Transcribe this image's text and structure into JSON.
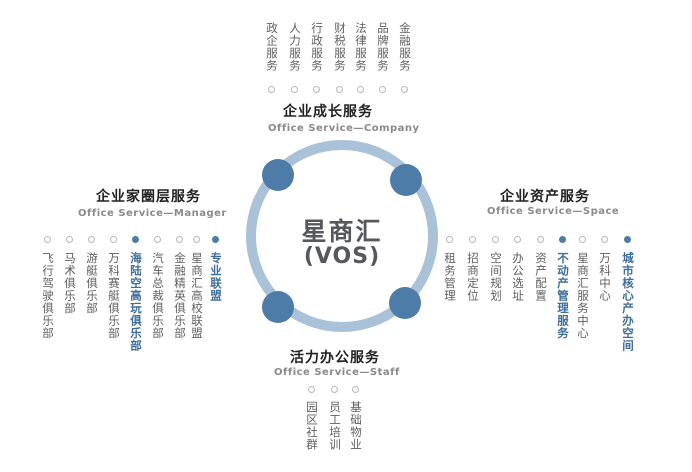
{
  "center": {
    "title": "星商汇",
    "subtitle": "(VOS)"
  },
  "groups": {
    "company": {
      "title": "企业成长服务",
      "subtitle": "Office Service—Company",
      "items": [
        {
          "label": "政企服务",
          "active": false
        },
        {
          "label": "人力服务",
          "active": false
        },
        {
          "label": "行政服务",
          "active": false
        },
        {
          "label": "财税服务",
          "active": false
        },
        {
          "label": "法律服务",
          "active": false
        },
        {
          "label": "品牌服务",
          "active": false
        },
        {
          "label": "金融服务",
          "active": false
        }
      ]
    },
    "space": {
      "title": "企业资产服务",
      "subtitle": "Office Service—Space",
      "items": [
        {
          "label": "租务管理",
          "active": false
        },
        {
          "label": "招商定位",
          "active": false
        },
        {
          "label": "空间规划",
          "active": false
        },
        {
          "label": "办公选址",
          "active": false
        },
        {
          "label": "资产配置",
          "active": false
        },
        {
          "label": "不动产管理服务",
          "active": true
        },
        {
          "label": "星商汇服务中心",
          "active": false
        },
        {
          "label": "万科中心",
          "active": false
        },
        {
          "label": "城市核心产办空间",
          "active": true
        }
      ]
    },
    "manager": {
      "title": "企业家圈层服务",
      "subtitle": "Office Service—Manager",
      "items": [
        {
          "label": "飞行驾驶俱乐部",
          "active": false
        },
        {
          "label": "马术俱乐部",
          "active": false
        },
        {
          "label": "游艇俱乐部",
          "active": false
        },
        {
          "label": "万科赛艇俱乐部",
          "active": false
        },
        {
          "label": "海陆空高玩俱乐部",
          "active": true
        },
        {
          "label": "汽车总裁俱乐部",
          "active": false
        },
        {
          "label": "金融精英俱乐部",
          "active": false
        },
        {
          "label": "星商汇高校联盟",
          "active": false
        },
        {
          "label": "专业联盟",
          "active": true
        }
      ]
    },
    "staff": {
      "title": "活力办公服务",
      "subtitle": "Office Service—Staff",
      "items": [
        {
          "label": "园区社群",
          "active": false
        },
        {
          "label": "员工培训",
          "active": false
        },
        {
          "label": "基础物业",
          "active": false
        }
      ]
    }
  },
  "colors": {
    "ring": "#a9c2d8",
    "node": "#4d7ca8",
    "accent": "#3d6e9c"
  }
}
